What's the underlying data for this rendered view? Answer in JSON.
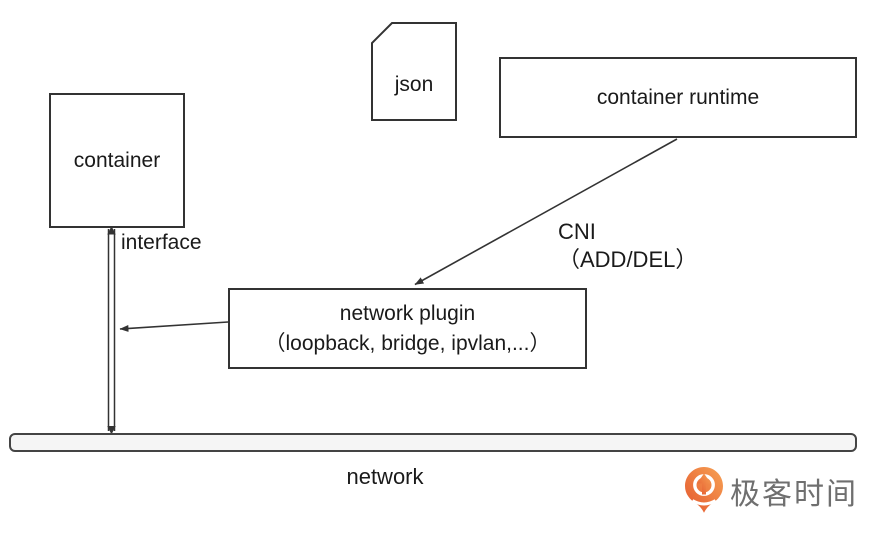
{
  "diagram": {
    "nodes": {
      "json_doc": {
        "label": "json",
        "shape": "document-folded-corner"
      },
      "container": {
        "label": "container"
      },
      "container_runtime": {
        "label": "container runtime"
      },
      "network_plugin": {
        "title": "network plugin",
        "subtitle": "（loopback, bridge, ipvlan,...）"
      },
      "network": {
        "label": "network"
      }
    },
    "edges": {
      "interface": {
        "label": "interface",
        "style": "double-line-arrows-both-ends"
      },
      "cni": {
        "title": "CNI",
        "subtitle": "（ADD/DEL）",
        "from": "container runtime",
        "to": "network plugin"
      },
      "plugin_to_interface": {
        "from": "network plugin",
        "to": "interface"
      }
    }
  },
  "branding": {
    "logo_text": "极客时间",
    "logo_icon": "geektime-pin-icon",
    "logo_gradient_start": "#F7A254",
    "logo_gradient_end": "#E4572E",
    "logo_text_color": "#6F6F6F"
  },
  "colors": {
    "line": "#333333",
    "box_border": "#333333",
    "network_bar_fill": "#F5F5F5",
    "background": "#FFFFFF",
    "text": "#1A1A1A"
  }
}
